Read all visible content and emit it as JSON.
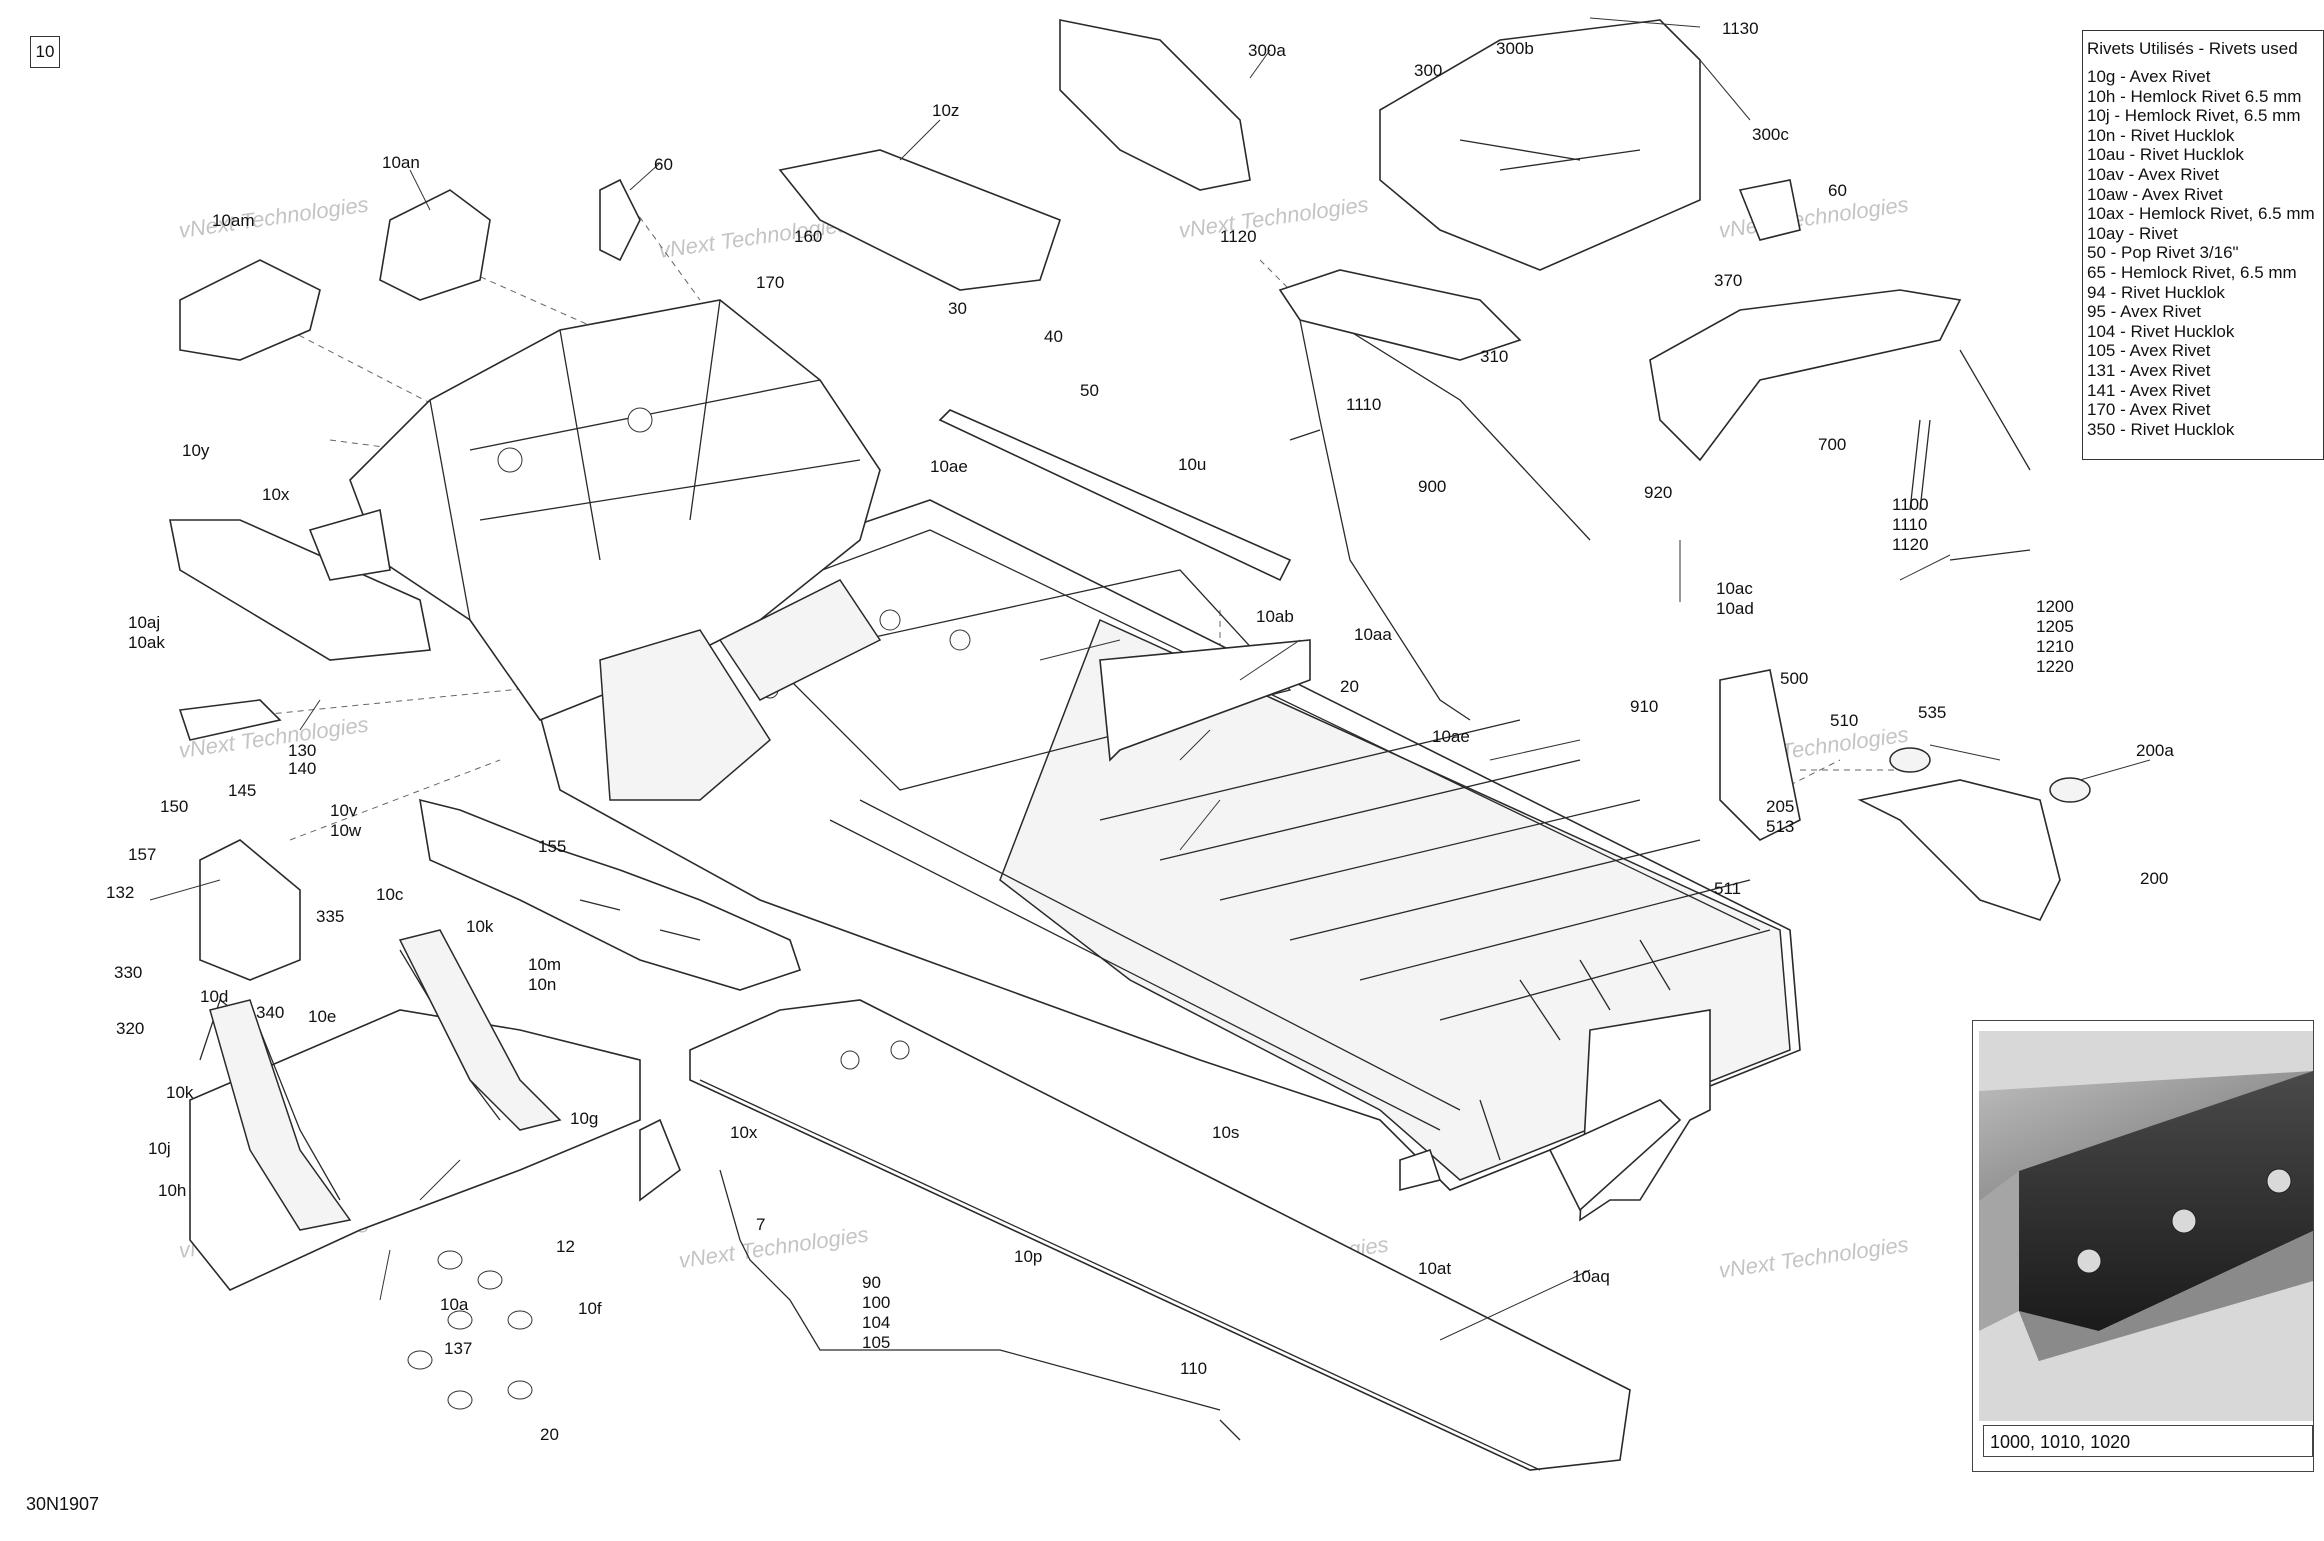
{
  "page": {
    "ref_code": "10",
    "drawing_id": "30N1907",
    "watermark": "vNext Technologies"
  },
  "legend": {
    "title": "Rivets Utilisés - Rivets used",
    "items": [
      "10g - Avex Rivet",
      "10h - Hemlock Rivet 6.5 mm",
      "10j - Hemlock Rivet, 6.5 mm",
      "10n - Rivet Hucklok",
      "10au - Rivet Hucklok",
      "10av - Avex Rivet",
      "10aw - Avex Rivet",
      "10ax - Hemlock Rivet, 6.5 mm",
      "10ay - Rivet",
      "50 - Pop Rivet 3/16\"",
      "65 - Hemlock Rivet, 6.5 mm",
      "94 - Rivet Hucklok",
      "95 - Avex Rivet",
      "104 - Rivet Hucklok",
      "105 - Avex Rivet",
      "131 - Avex Rivet",
      "141 - Avex Rivet",
      "170 - Avex Rivet",
      "350 - Rivet Hucklok"
    ]
  },
  "inset": {
    "caption": "1000, 1010, 1020"
  },
  "callouts": {
    "c300a": "300a",
    "c1130": "1130",
    "c300": "300",
    "c300b": "300b",
    "c300c": "300c",
    "c10z": "10z",
    "c10an": "10an",
    "c10am": "10am",
    "c60a": "60",
    "c60b": "60",
    "c160": "160",
    "c170": "170",
    "c30": "30",
    "c40": "40",
    "c50": "50",
    "c1120": "1120",
    "c1110a": "1110",
    "c370": "370",
    "c310": "310",
    "c700": "700",
    "c10y": "10y",
    "c10x": "10x",
    "c10ae1": "10ae",
    "c10u": "10u",
    "c900": "900",
    "c920": "920",
    "c1100": "1100",
    "c1110b": "1110",
    "c1120b": "1120",
    "c10ac": "10ac",
    "c10ad": "10ad",
    "c10ab": "10ab",
    "c10aa": "10aa",
    "c1200": "1200",
    "c1205": "1205",
    "c1210": "1210",
    "c1220": "1220",
    "c910": "910",
    "c10aj": "10aj",
    "c10ak": "10ak",
    "c20a": "20",
    "c10ae2": "10ae",
    "c500": "500",
    "c510": "510",
    "c535": "535",
    "c200a": "200a",
    "c130": "130",
    "c140": "140",
    "c150": "150",
    "c145": "145",
    "c10v": "10v",
    "c10w": "10w",
    "c155": "155",
    "c205": "205",
    "c513": "513",
    "c511": "511",
    "c200": "200",
    "c157": "157",
    "c132": "132",
    "c335": "335",
    "c10c": "10c",
    "c10k1": "10k",
    "c10m": "10m",
    "c10n": "10n",
    "c330": "330",
    "c10d": "10d",
    "c340": "340",
    "c10e": "10e",
    "c320": "320",
    "c10k2": "10k",
    "c10j": "10j",
    "c10h": "10h",
    "c10g": "10g",
    "c10x2": "10x",
    "c10s": "10s",
    "c12": "12",
    "c7": "7",
    "c10p": "10p",
    "c10at": "10at",
    "c10aq": "10aq",
    "c10a": "10a",
    "c10f": "10f",
    "c137": "137",
    "c90": "90",
    "c100": "100",
    "c104": "104",
    "c105": "105",
    "c20b": "20",
    "c110": "110"
  }
}
